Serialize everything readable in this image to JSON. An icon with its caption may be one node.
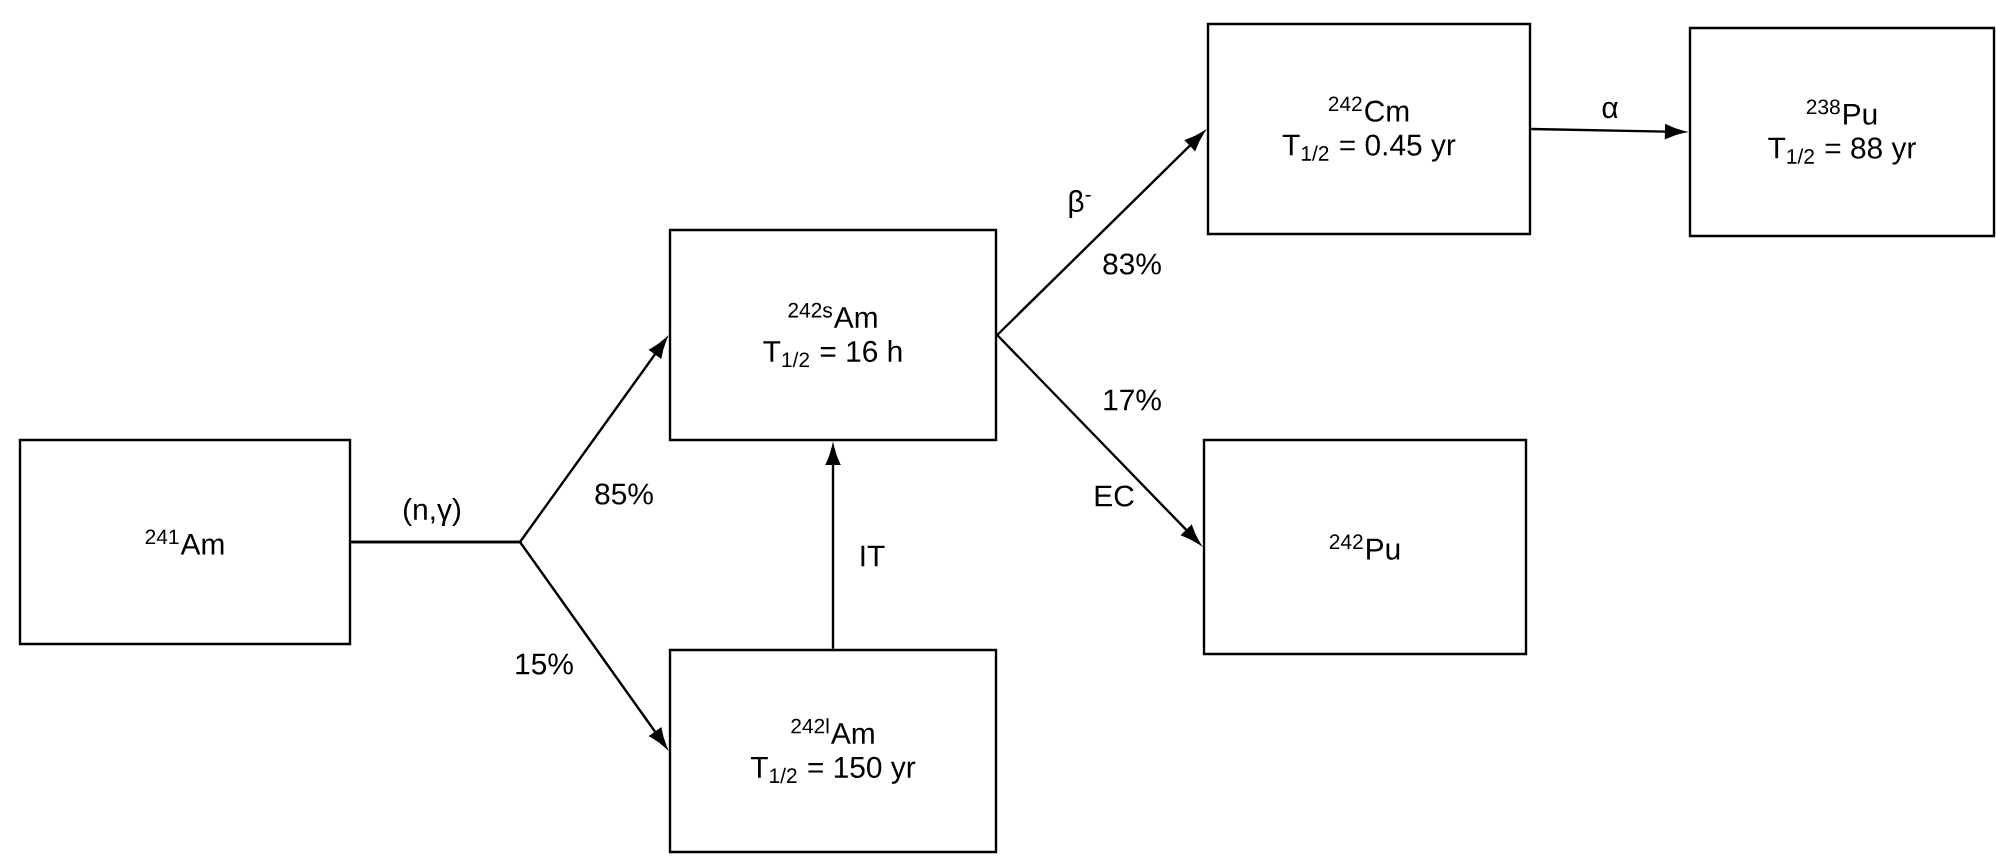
{
  "diagram": {
    "nodes": [
      {
        "text": [
          "$^{241}$Am"
        ]
      },
      {
        "text": [
          "$^{242s}$Am",
          "T$_{1/2}$ = 16 h"
        ]
      },
      {
        "text": [
          "$^{242l}$Am",
          "T$_{1/2}$ = 150 yr"
        ]
      },
      {
        "text": [
          "$^{242}$Cm",
          "T$_{1/2}$ = 0.45 yr"
        ]
      },
      {
        "text": [
          "$^{238}$Pu",
          "T$_{1/2}$ = 88 yr"
        ]
      },
      {
        "text": [
          "$^{242}$Pu"
        ]
      }
    ],
    "edges": [
      {
        "from": 0,
        "to": 1,
        "arrow": "to",
        "label": "85%"
      },
      {
        "from": 0,
        "to": 2,
        "arrow": "to",
        "label": "15%"
      },
      {
        "from": 2,
        "to": 1,
        "arrow": "to",
        "label": "IT"
      },
      {
        "from": 1,
        "to": 3,
        "arrow": "to",
        "label": "83%"
      },
      {
        "from": 1,
        "to": 5,
        "arrow": "to",
        "label": "17%"
      },
      {
        "from": 3,
        "to": 4,
        "arrow": "to",
        "label": "α"
      }
    ],
    "labels": [
      "(n,γ)",
      "β$^{-}$",
      "EC"
    ]
  }
}
